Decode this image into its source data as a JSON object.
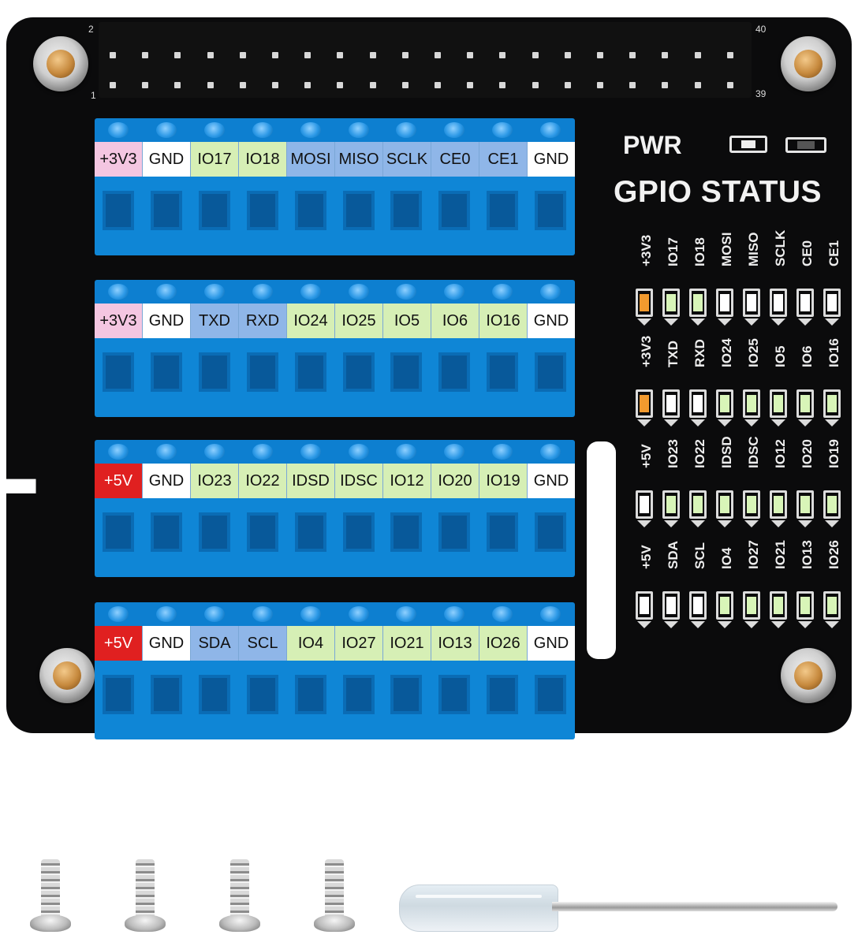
{
  "product": {
    "pwr_label": "PWR",
    "status_title": "GPIO STATUS"
  },
  "header_pins": {
    "pin_2": "2",
    "pin_40": "40",
    "pin_1": "1",
    "pin_39": "39"
  },
  "terminal_blocks": [
    {
      "labels": [
        {
          "text": "+3V3",
          "color": "#f4c6e1"
        },
        {
          "text": "GND",
          "color": "#ffffff"
        },
        {
          "text": "IO17",
          "color": "#d6efb5"
        },
        {
          "text": "IO18",
          "color": "#d6efb5"
        },
        {
          "text": "MOSI",
          "color": "#8fb6e8"
        },
        {
          "text": "MISO",
          "color": "#8fb6e8"
        },
        {
          "text": "SCLK",
          "color": "#8fb6e8"
        },
        {
          "text": "CE0",
          "color": "#8fb6e8"
        },
        {
          "text": "CE1",
          "color": "#8fb6e8"
        },
        {
          "text": "GND",
          "color": "#ffffff"
        }
      ]
    },
    {
      "labels": [
        {
          "text": "+3V3",
          "color": "#f4c6e1"
        },
        {
          "text": "GND",
          "color": "#ffffff"
        },
        {
          "text": "TXD",
          "color": "#8fb6e8"
        },
        {
          "text": "RXD",
          "color": "#8fb6e8"
        },
        {
          "text": "IO24",
          "color": "#d6efb5"
        },
        {
          "text": "IO25",
          "color": "#d6efb5"
        },
        {
          "text": "IO5",
          "color": "#d6efb5"
        },
        {
          "text": "IO6",
          "color": "#d6efb5"
        },
        {
          "text": "IO16",
          "color": "#d6efb5"
        },
        {
          "text": "GND",
          "color": "#ffffff"
        }
      ]
    },
    {
      "labels": [
        {
          "text": "+5V",
          "color": "#e02020"
        },
        {
          "text": "GND",
          "color": "#ffffff"
        },
        {
          "text": "IO23",
          "color": "#d6efb5"
        },
        {
          "text": "IO22",
          "color": "#d6efb5"
        },
        {
          "text": "IDSD",
          "color": "#d6efb5"
        },
        {
          "text": "IDSC",
          "color": "#d6efb5"
        },
        {
          "text": "IO12",
          "color": "#d6efb5"
        },
        {
          "text": "IO20",
          "color": "#d6efb5"
        },
        {
          "text": "IO19",
          "color": "#d6efb5"
        },
        {
          "text": "GND",
          "color": "#ffffff"
        }
      ]
    },
    {
      "labels": [
        {
          "text": "+5V",
          "color": "#e02020"
        },
        {
          "text": "GND",
          "color": "#ffffff"
        },
        {
          "text": "SDA",
          "color": "#8fb6e8"
        },
        {
          "text": "SCL",
          "color": "#8fb6e8"
        },
        {
          "text": "IO4",
          "color": "#d6efb5"
        },
        {
          "text": "IO27",
          "color": "#d6efb5"
        },
        {
          "text": "IO21",
          "color": "#d6efb5"
        },
        {
          "text": "IO13",
          "color": "#d6efb5"
        },
        {
          "text": "IO26",
          "color": "#d6efb5"
        },
        {
          "text": "GND",
          "color": "#ffffff"
        }
      ]
    }
  ],
  "status_leds": [
    {
      "labels": [
        "+3V3",
        "IO17",
        "IO18",
        "MOSI",
        "MISO",
        "SCLK",
        "CE0",
        "CE1"
      ],
      "colors": [
        "#f29a2e",
        "#d8f5b8",
        "#d8f5b8",
        "#ffffff",
        "#ffffff",
        "#ffffff",
        "#ffffff",
        "#ffffff"
      ]
    },
    {
      "labels": [
        "+3V3",
        "TXD",
        "RXD",
        "IO24",
        "IO25",
        "IO5",
        "IO6",
        "IO16"
      ],
      "colors": [
        "#f29a2e",
        "#ffffff",
        "#ffffff",
        "#d8f5b8",
        "#d8f5b8",
        "#d8f5b8",
        "#d8f5b8",
        "#d8f5b8"
      ]
    },
    {
      "labels": [
        "+5V",
        "IO23",
        "IO22",
        "IDSD",
        "IDSC",
        "IO12",
        "IO20",
        "IO19"
      ],
      "colors": [
        "#ffffff",
        "#d8f5b8",
        "#d8f5b8",
        "#d8f5b8",
        "#d8f5b8",
        "#d8f5b8",
        "#d8f5b8",
        "#d8f5b8"
      ]
    },
    {
      "labels": [
        "+5V",
        "SDA",
        "SCL",
        "IO4",
        "IO27",
        "IO21",
        "IO13",
        "IO26"
      ],
      "colors": [
        "#ffffff",
        "#ffffff",
        "#ffffff",
        "#d8f5b8",
        "#d8f5b8",
        "#d8f5b8",
        "#d8f5b8",
        "#d8f5b8"
      ]
    }
  ],
  "accessories": {
    "screw_count": 4,
    "tool": "screwdriver-icon"
  },
  "colors": {
    "pcb": "#0b0b0c",
    "terminal_blue": "#0f86d6"
  }
}
